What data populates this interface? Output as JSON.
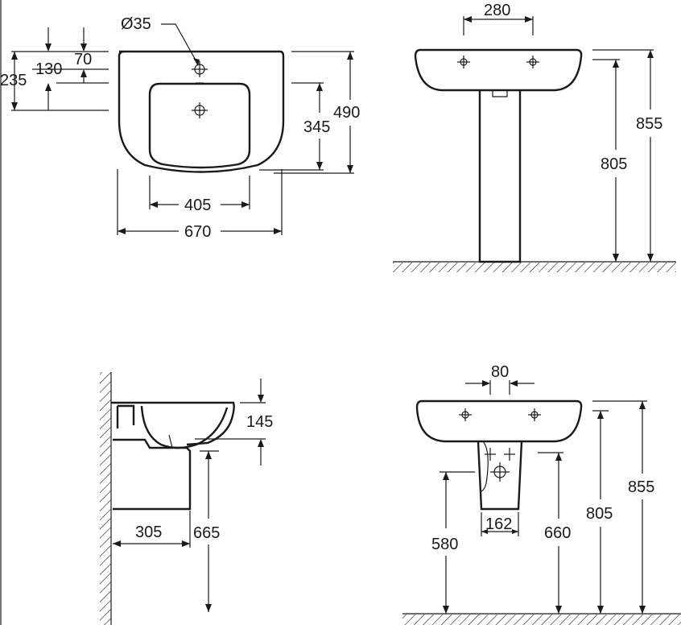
{
  "colors": {
    "line": "#1a1a1a",
    "background": "#ffffff"
  },
  "top_view": {
    "tap_hole": "Ø35",
    "dim_130": "130",
    "dim_70": "70",
    "dim_235": "235",
    "dim_345": "345",
    "dim_490": "490",
    "dim_405": "405",
    "dim_670": "670"
  },
  "front_pedestal_view": {
    "dim_280": "280",
    "dim_855": "855",
    "dim_805": "805"
  },
  "side_semi_pedestal_view": {
    "dim_145": "145",
    "dim_305": "305",
    "dim_665": "665"
  },
  "front_semi_pedestal_view": {
    "dim_80": "80",
    "dim_162": "162",
    "dim_580": "580",
    "dim_660": "660",
    "dim_805": "805",
    "dim_855": "855"
  }
}
